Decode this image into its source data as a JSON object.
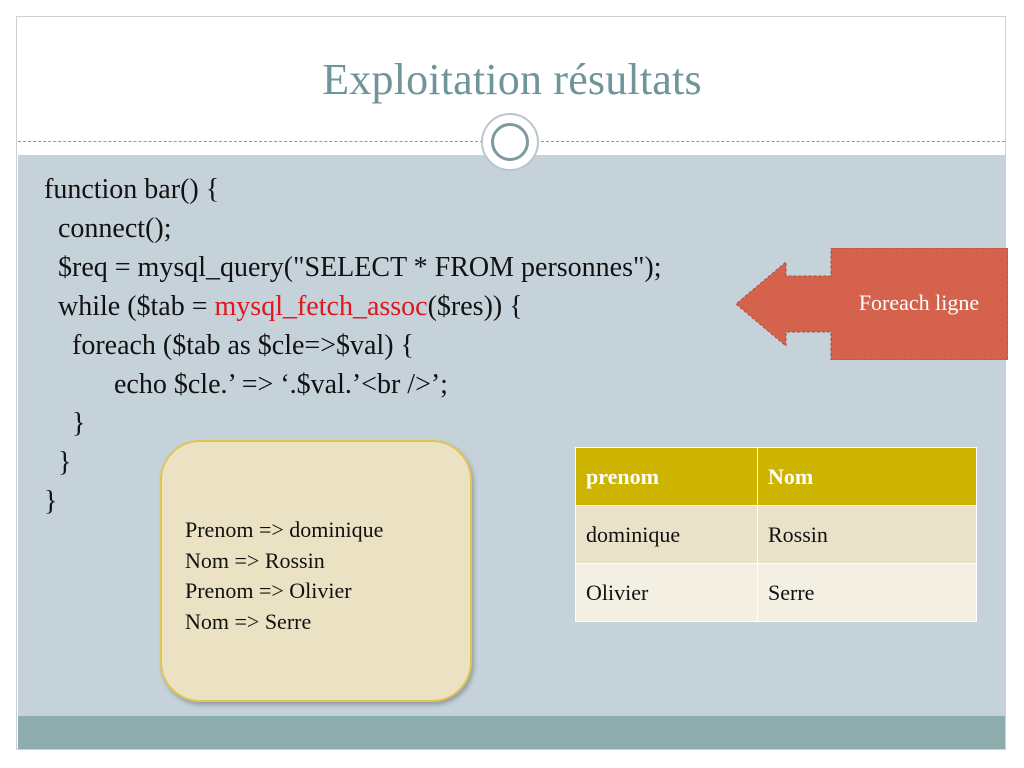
{
  "slide": {
    "title": "Exploitation résultats"
  },
  "code": {
    "lines": [
      {
        "indent": "",
        "before": "function bar() {",
        "highlight": "",
        "after": ""
      },
      {
        "indent": "  ",
        "before": "connect();",
        "highlight": "",
        "after": ""
      },
      {
        "indent": "  ",
        "before": "$req = mysql_query(\"SELECT * FROM personnes\");",
        "highlight": "",
        "after": ""
      },
      {
        "indent": "  ",
        "before": "while ($tab = ",
        "highlight": "mysql_fetch_assoc",
        "after": "($res)) {"
      },
      {
        "indent": "    ",
        "before": "foreach ($tab as $cle=>$val) {",
        "highlight": "",
        "after": ""
      },
      {
        "indent": "          ",
        "before": "echo $cle.’ => ‘.$val.’<br />’;",
        "highlight": "",
        "after": ""
      },
      {
        "indent": "    ",
        "before": "}",
        "highlight": "",
        "after": ""
      },
      {
        "indent": "  ",
        "before": "}",
        "highlight": "",
        "after": ""
      },
      {
        "indent": "",
        "before": "}",
        "highlight": "",
        "after": ""
      }
    ],
    "highlight_color": "#e0161b"
  },
  "output_box": {
    "lines": [
      "Prenom => dominique",
      "Nom => Rossin",
      "Prenom => Olivier",
      "Nom => Serre"
    ]
  },
  "arrow_callout": {
    "label": "Foreach ligne",
    "color": "#d4624d"
  },
  "table": {
    "headers": [
      "prenom",
      "Nom"
    ],
    "rows": [
      [
        "dominique",
        "Rossin"
      ],
      [
        "Olivier",
        "Serre"
      ]
    ],
    "header_color": "#cdb400"
  }
}
